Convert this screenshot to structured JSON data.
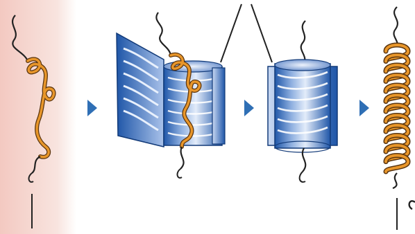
{
  "figure": {
    "stages": [
      {
        "id": "unfolded-chain",
        "state": "disordered random-coil polypeptide"
      },
      {
        "id": "open-chaperonin",
        "state": "chain captured by open barrel chaperone"
      },
      {
        "id": "closed-chaperonin",
        "state": "helix forming inside closed barrel"
      },
      {
        "id": "folded-helix",
        "state": "released alpha-helix"
      }
    ],
    "arrows": 3,
    "colors": {
      "chain": "#e8962a",
      "chain_outline": "#5a3510",
      "barrel_dark": "#1f56a8",
      "barrel_light": "#dfe9f8",
      "arrow": "#2f6fb5",
      "left_panel_tint": "#f3c9c1"
    }
  }
}
